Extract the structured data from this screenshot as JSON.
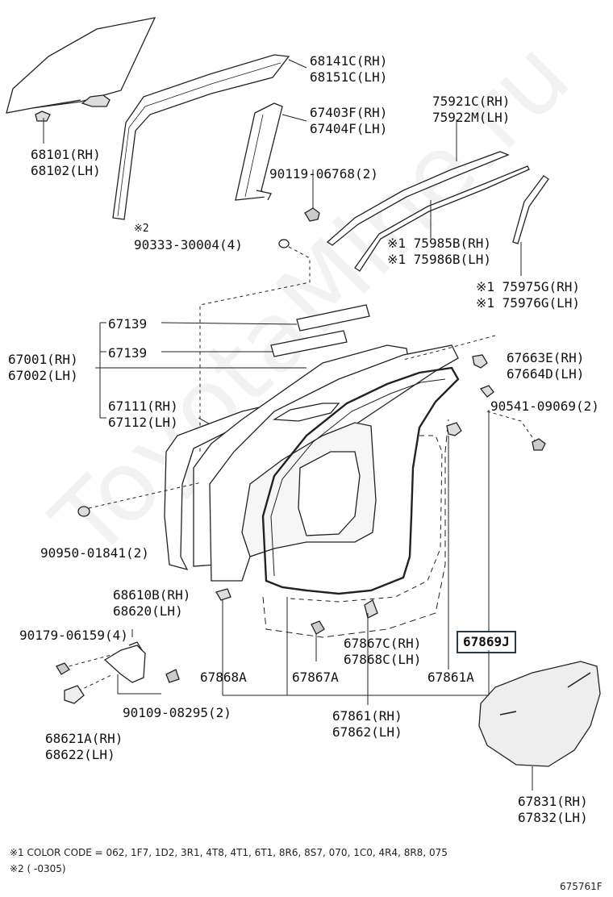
{
  "watermark": "ToyotaMine.ru",
  "diagram_id": "675761F",
  "notes": {
    "note1": "※1 COLOR CODE = 062, 1F7, 1D2, 3R1, 4T8, 4T1, 6T1, 8R6, 8S7, 070, 1C0, 4R4, 8R8, 075",
    "note2": "※2 (      -0305)"
  },
  "labels": {
    "p68141C": "68141C(RH)",
    "p68151C": "68151C(LH)",
    "p67403F": "67403F(RH)",
    "p67404F": "67404F(LH)",
    "p90119": "90119-06768(2)",
    "p68101": "68101(RH)",
    "p68102": "68102(LH)",
    "p75921C": "75921C(RH)",
    "p75922M": "75922M(LH)",
    "note2mark": "※2",
    "p90333": "90333-30004(4)",
    "p75985B": "※1 75985B(RH)",
    "p75986B": "※1 75986B(LH)",
    "p75975G": "※1 75975G(RH)",
    "p75976G": "※1 75976G(LH)",
    "p67139a": "67139",
    "p67139b": "67139",
    "p67001": "67001(RH)",
    "p67002": "67002(LH)",
    "p67663E": "67663E(RH)",
    "p67664D": "67664D(LH)",
    "p67111": "67111(RH)",
    "p67112": "67112(LH)",
    "p90541": "90541-09069(2)",
    "p90950": "90950-01841(2)",
    "p68610B": "68610B(RH)",
    "p68620": "68620(LH)",
    "p90179": "90179-06159(4)",
    "p67867C": "67867C(RH)",
    "p67868C": "67868C(LH)",
    "p67869J": "67869J",
    "p67868A": "67868A",
    "p67867A": "67867A",
    "p67861A": "67861A",
    "p90109": "90109-08295(2)",
    "p67861": "67861(RH)",
    "p67862": "67862(LH)",
    "p68621A": "68621A(RH)",
    "p68622": "68622(LH)",
    "p67831": "67831(RH)",
    "p67832": "67832(LH)"
  }
}
